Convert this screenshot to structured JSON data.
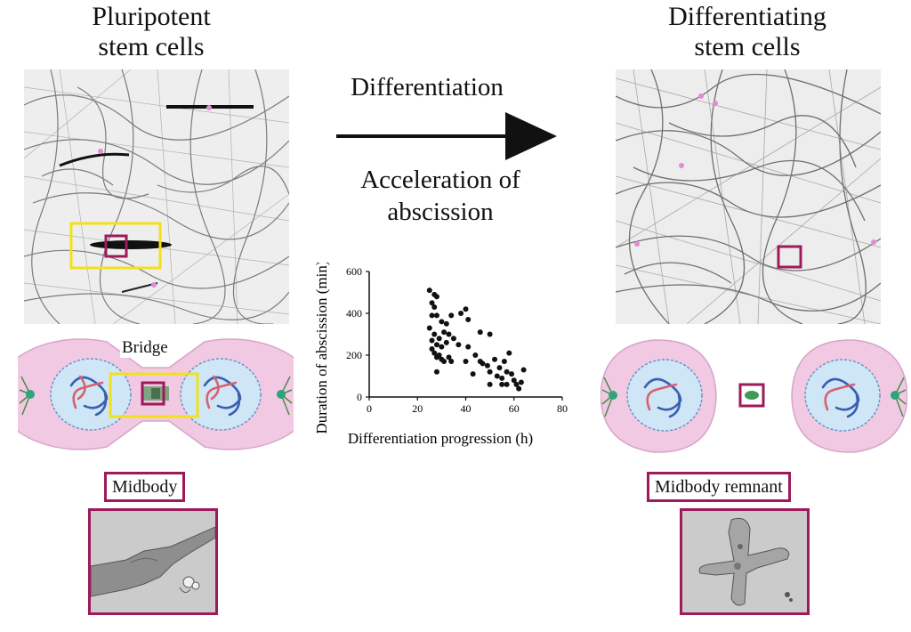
{
  "left": {
    "title": "Pluripotent\nstem cells",
    "bridge_label": "Bridge",
    "midbody_label": "Midbody"
  },
  "right": {
    "title": "Differentiating\nstem cells",
    "remnant_label": "Midbody remnant"
  },
  "arrow": {
    "top_label": "Differentiation",
    "bottom_label": "Acceleration of\nabscission"
  },
  "colors": {
    "magenta": "#9e1a5a",
    "yellow": "#f2e11a",
    "cell_pink": "#f1c9e3",
    "nucleus_blue": "#cfe6f6",
    "chromatin_blue": "#3a5fb0",
    "chromatin_red": "#d9606e",
    "spindle_green": "#4a8a4a"
  },
  "chart_data": {
    "type": "scatter",
    "xlabel": "Differentiation progression (h)",
    "ylabel": "Duration of abscission (min)",
    "xlim": [
      0,
      80
    ],
    "ylim": [
      0,
      600
    ],
    "xticks": [
      "0",
      "20",
      "40",
      "60",
      "80"
    ],
    "yticks": [
      "0",
      "200",
      "400",
      "600"
    ],
    "points": [
      [
        25,
        510
      ],
      [
        27,
        490
      ],
      [
        26,
        450
      ],
      [
        27,
        430
      ],
      [
        28,
        480
      ],
      [
        26,
        390
      ],
      [
        28,
        390
      ],
      [
        30,
        360
      ],
      [
        32,
        350
      ],
      [
        34,
        390
      ],
      [
        38,
        400
      ],
      [
        40,
        420
      ],
      [
        41,
        370
      ],
      [
        25,
        330
      ],
      [
        27,
        300
      ],
      [
        29,
        280
      ],
      [
        31,
        310
      ],
      [
        33,
        300
      ],
      [
        26,
        270
      ],
      [
        28,
        250
      ],
      [
        30,
        240
      ],
      [
        32,
        260
      ],
      [
        35,
        280
      ],
      [
        37,
        250
      ],
      [
        27,
        210
      ],
      [
        28,
        190
      ],
      [
        29,
        200
      ],
      [
        30,
        180
      ],
      [
        31,
        170
      ],
      [
        33,
        190
      ],
      [
        34,
        170
      ],
      [
        26,
        230
      ],
      [
        28,
        120
      ],
      [
        41,
        240
      ],
      [
        46,
        310
      ],
      [
        50,
        300
      ],
      [
        44,
        200
      ],
      [
        46,
        170
      ],
      [
        47,
        160
      ],
      [
        49,
        150
      ],
      [
        52,
        180
      ],
      [
        54,
        140
      ],
      [
        56,
        170
      ],
      [
        58,
        210
      ],
      [
        43,
        110
      ],
      [
        50,
        120
      ],
      [
        53,
        100
      ],
      [
        55,
        90
      ],
      [
        57,
        120
      ],
      [
        59,
        110
      ],
      [
        60,
        80
      ],
      [
        61,
        60
      ],
      [
        63,
        70
      ],
      [
        50,
        60
      ],
      [
        55,
        60
      ],
      [
        57,
        60
      ],
      [
        62,
        40
      ],
      [
        64,
        130
      ],
      [
        40,
        170
      ]
    ]
  }
}
